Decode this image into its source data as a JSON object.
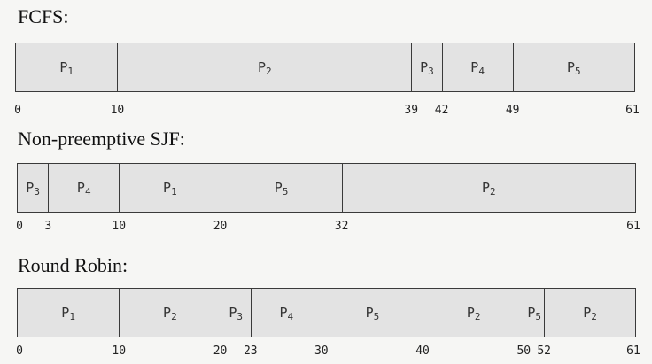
{
  "charts": [
    {
      "title": "FCFS:",
      "segments": [
        {
          "label": "P",
          "sub": "1",
          "start": 0,
          "end": 10
        },
        {
          "label": "P",
          "sub": "2",
          "start": 10,
          "end": 39
        },
        {
          "label": "P",
          "sub": "3",
          "start": 39,
          "end": 42
        },
        {
          "label": "P",
          "sub": "4",
          "start": 42,
          "end": 49
        },
        {
          "label": "P",
          "sub": "5",
          "start": 49,
          "end": 61
        }
      ],
      "ticks": [
        "0",
        "10",
        "39",
        "42",
        "49",
        "61"
      ]
    },
    {
      "title": "Non-preemptive SJF:",
      "segments": [
        {
          "label": "P",
          "sub": "3",
          "start": 0,
          "end": 3
        },
        {
          "label": "P",
          "sub": "4",
          "start": 3,
          "end": 10
        },
        {
          "label": "P",
          "sub": "1",
          "start": 10,
          "end": 20
        },
        {
          "label": "P",
          "sub": "5",
          "start": 20,
          "end": 32
        },
        {
          "label": "P",
          "sub": "2",
          "start": 32,
          "end": 61
        }
      ],
      "ticks": [
        "0",
        "3",
        "10",
        "20",
        "32",
        "61"
      ]
    },
    {
      "title": "Round Robin:",
      "segments": [
        {
          "label": "P",
          "sub": "1",
          "start": 0,
          "end": 10
        },
        {
          "label": "P",
          "sub": "2",
          "start": 10,
          "end": 20
        },
        {
          "label": "P",
          "sub": "3",
          "start": 20,
          "end": 23
        },
        {
          "label": "P",
          "sub": "4",
          "start": 23,
          "end": 30
        },
        {
          "label": "P",
          "sub": "5",
          "start": 30,
          "end": 40
        },
        {
          "label": "P",
          "sub": "2",
          "start": 40,
          "end": 50
        },
        {
          "label": "P",
          "sub": "5",
          "start": 50,
          "end": 52
        },
        {
          "label": "P",
          "sub": "2",
          "start": 52,
          "end": 61
        }
      ],
      "ticks": [
        "0",
        "10",
        "20",
        "23",
        "30",
        "40",
        "50",
        "52",
        "61"
      ]
    }
  ],
  "time_max": 61
}
